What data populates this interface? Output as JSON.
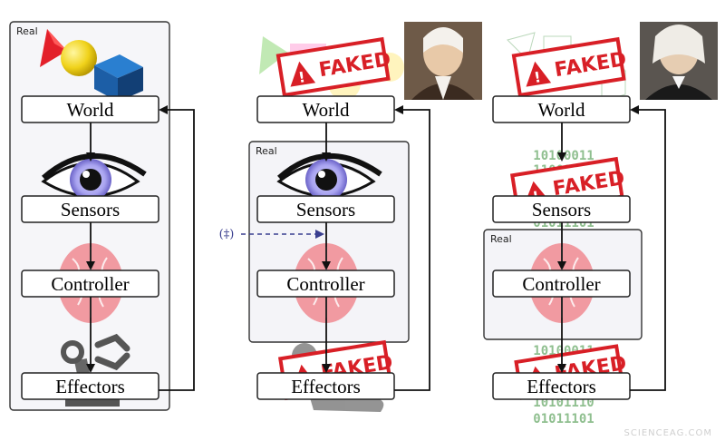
{
  "labels": {
    "real": "Real",
    "world": "World",
    "sensors": "Sensors",
    "controller": "Controller",
    "effectors": "Effectors",
    "faked": "FAKED",
    "symbol": "(‡)",
    "watermark": "SCIENCEAG.COM"
  },
  "binary": {
    "top": [
      "10100011",
      "11001011",
      "01011101"
    ],
    "bottom": [
      "10100011",
      "11001011",
      "10101110",
      "01011101"
    ]
  },
  "colors": {
    "faked_red": "#d81f26",
    "eye_iris": "#a9a4f0",
    "brain_pink": "#f08a92",
    "binary_green": "#8fbf8f",
    "panel_bg": "#f4f4f8",
    "box_border": "#222222"
  },
  "icons": [
    "shapes-icon",
    "eye-icon",
    "brain-icon",
    "robot-arm-icon",
    "portrait-icon",
    "warning-icon"
  ]
}
